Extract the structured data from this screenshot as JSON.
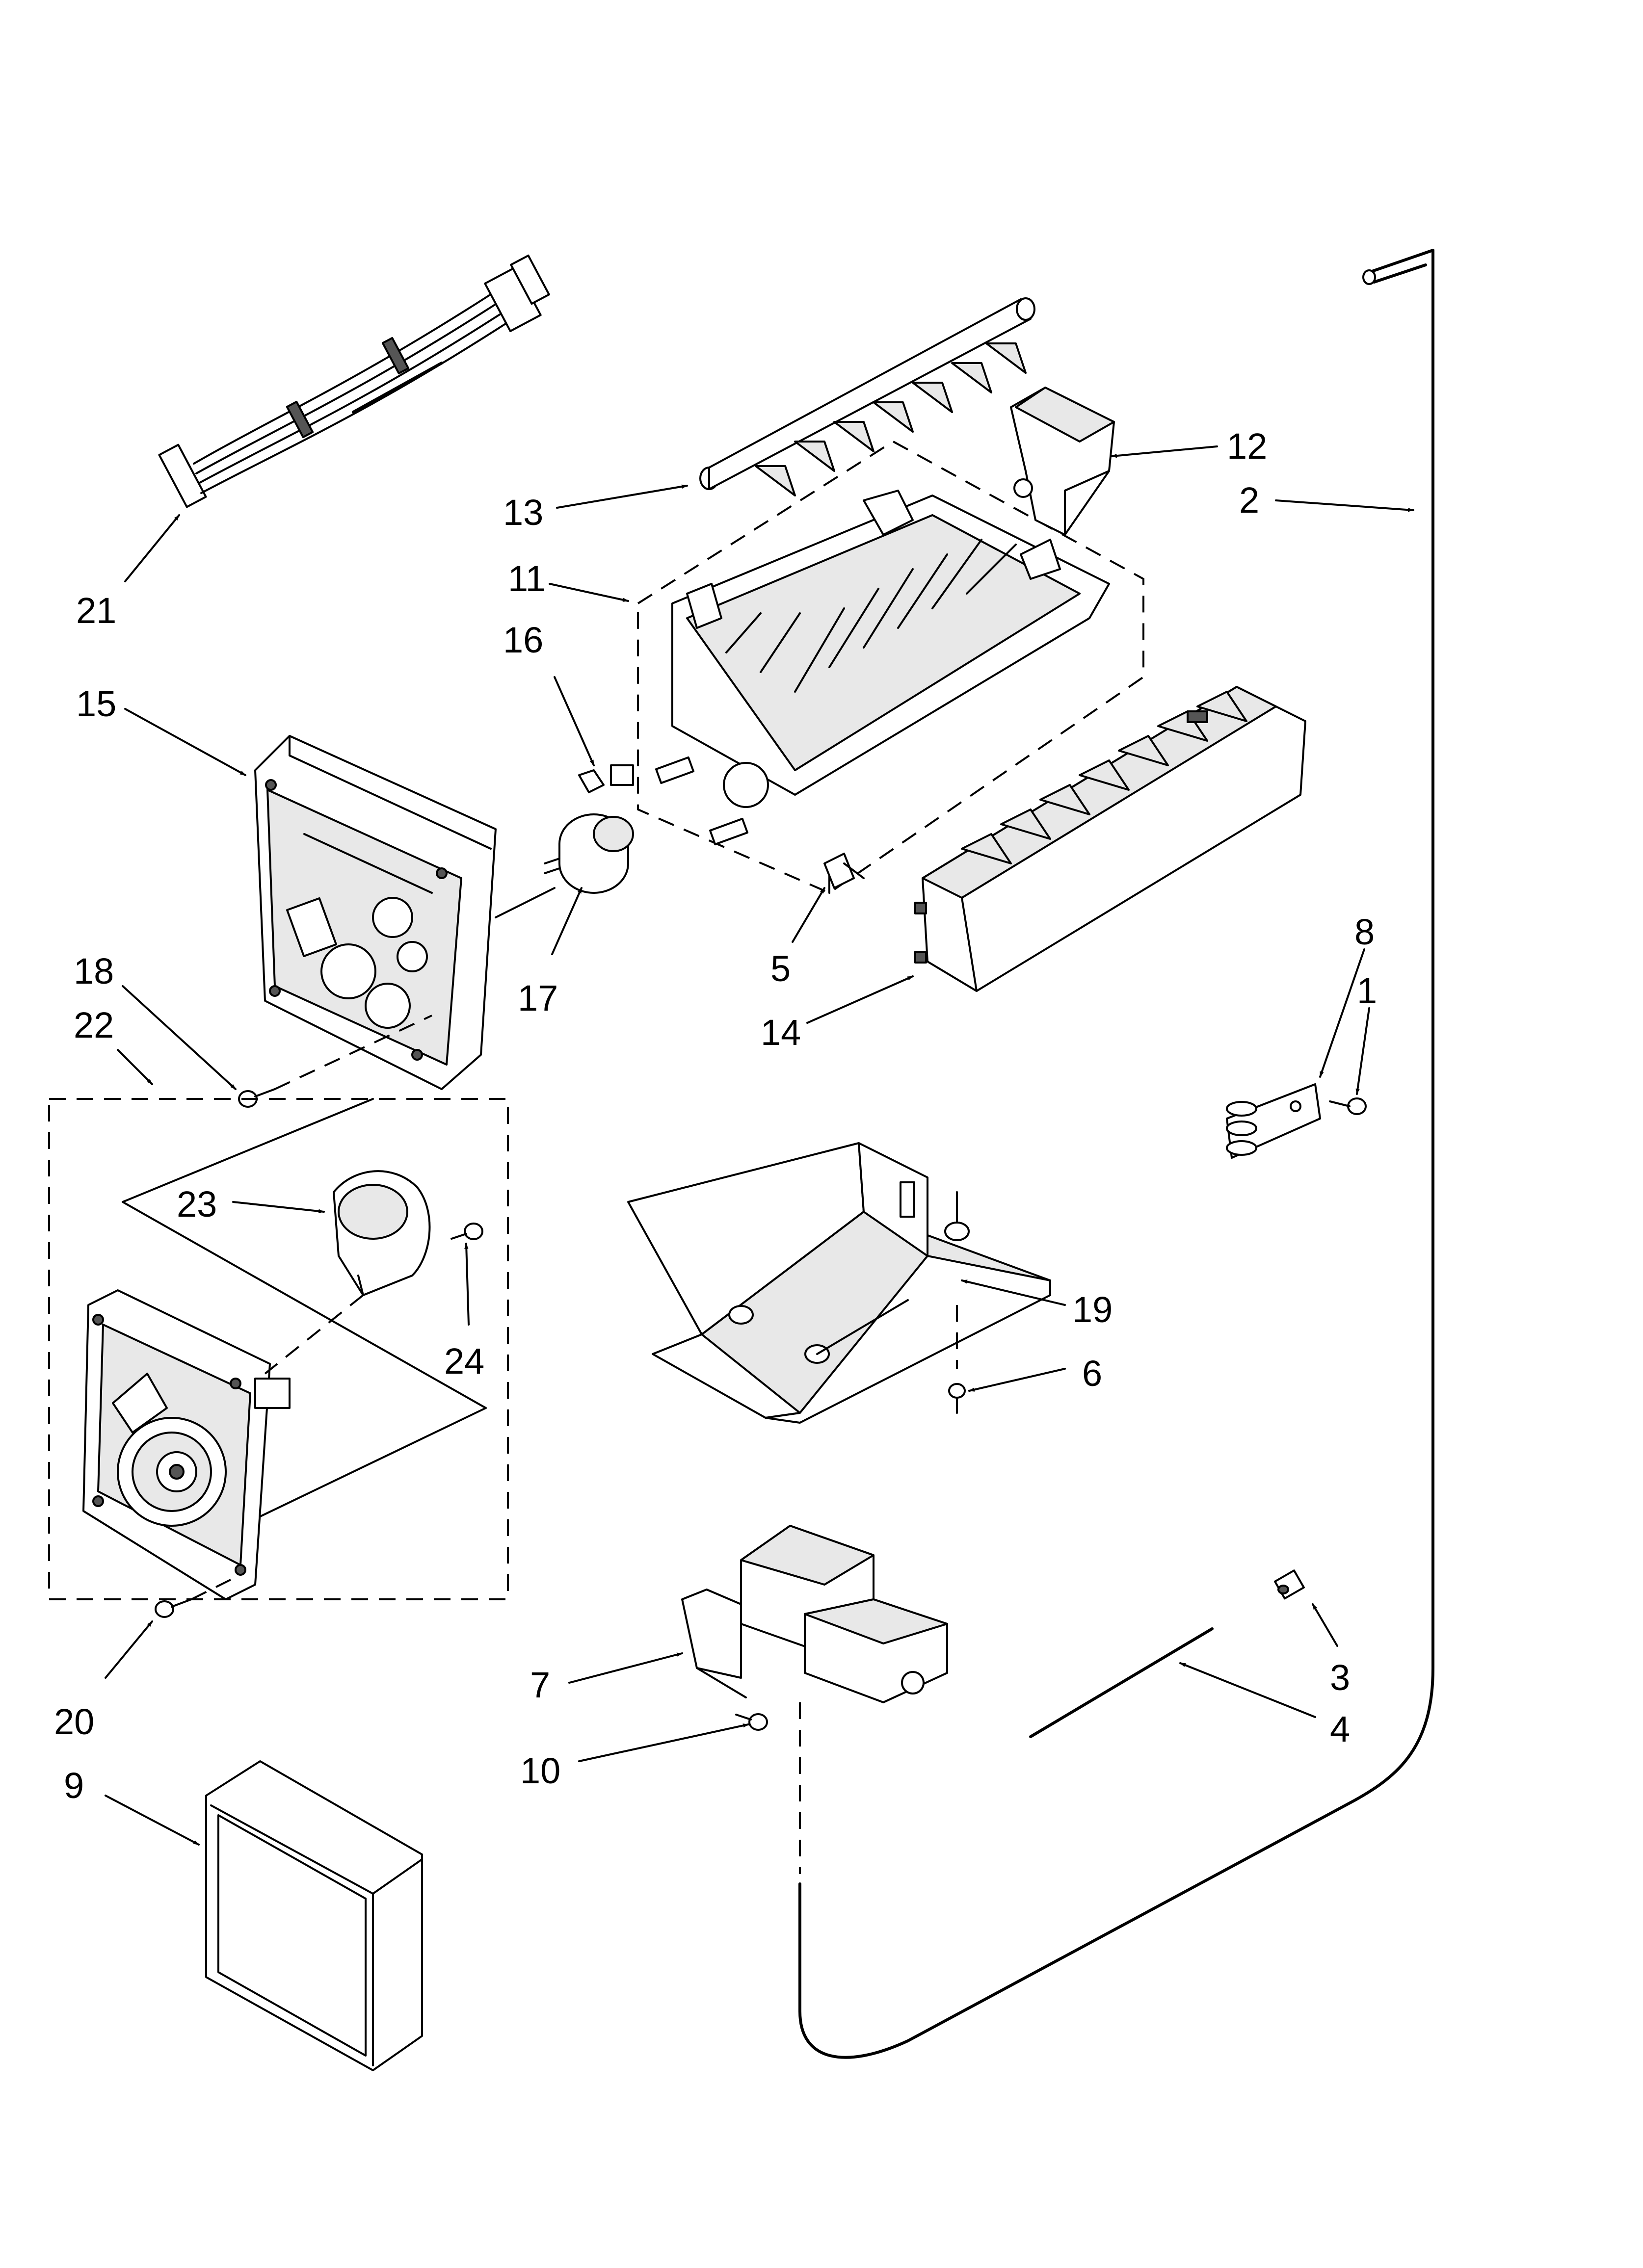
{
  "diagram": {
    "labels": {
      "p1": "1",
      "p2": "2",
      "p3": "3",
      "p4": "4",
      "p5": "5",
      "p6": "6",
      "p7": "7",
      "p8": "8",
      "p9": "9",
      "p10": "10",
      "p11": "11",
      "p12": "12",
      "p13": "13",
      "p14": "14",
      "p15": "15",
      "p16": "16",
      "p17": "17",
      "p18": "18",
      "p19": "19",
      "p20": "20",
      "p21": "21",
      "p22": "22",
      "p23": "23",
      "p24": "24"
    }
  }
}
